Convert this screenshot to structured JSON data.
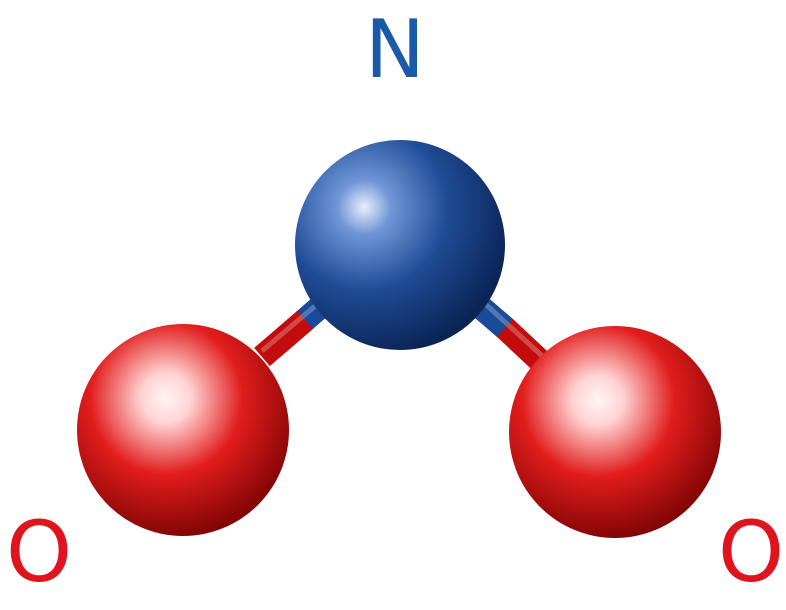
{
  "molecule": {
    "atoms": {
      "nitrogen": {
        "label": "N",
        "color": "#1a4f9c"
      },
      "oxygen_left": {
        "label": "O",
        "color": "#e01c24"
      },
      "oxygen_right": {
        "label": "O",
        "color": "#e01c24"
      }
    },
    "colors": {
      "nitrogen_light": "#6f95d6",
      "nitrogen_mid": "#1f4c97",
      "nitrogen_dark": "#0b2455",
      "oxygen_light": "#ffd4d4",
      "oxygen_mid": "#e21d1d",
      "oxygen_dark": "#6f0000",
      "label_blue": "#1a5aa8",
      "label_red": "#e0141e"
    }
  }
}
